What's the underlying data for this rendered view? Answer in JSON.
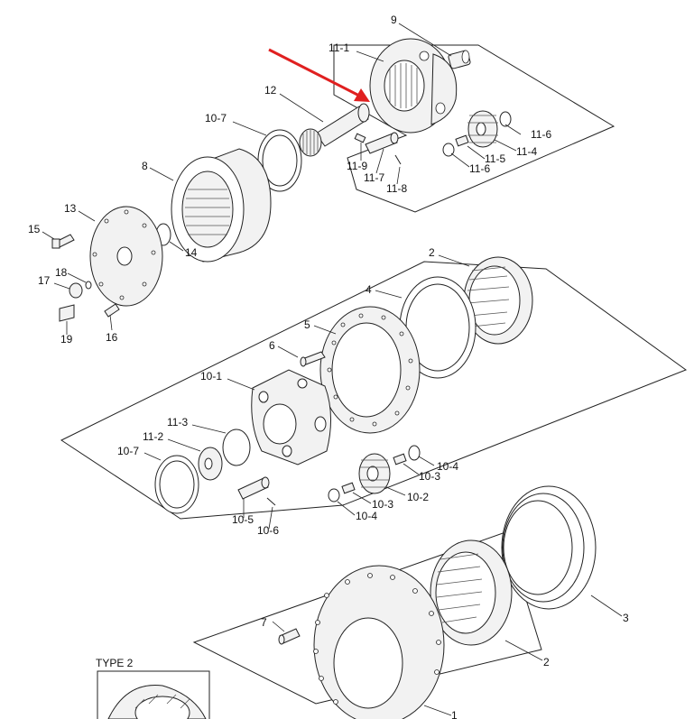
{
  "diagram": {
    "arrow_color": "#e02020",
    "type_label": "TYPE 2",
    "labels": {
      "l9": "9",
      "l11_1": "11-1",
      "l12": "12",
      "l10_7a": "10-7",
      "l8": "8",
      "l11_6a": "11-6",
      "l11_4": "11-4",
      "l11_5": "11-5",
      "l11_6b": "11-6",
      "l11_9": "11-9",
      "l11_7": "11-7",
      "l11_8": "11-8",
      "l13": "13",
      "l15": "15",
      "l14": "14",
      "l18": "18",
      "l17": "17",
      "l16": "16",
      "l19": "19",
      "l2a": "2",
      "l4": "4",
      "l5": "5",
      "l6": "6",
      "l10_1": "10-1",
      "l11_3": "11-3",
      "l11_2": "11-2",
      "l10_7b": "10-7",
      "l10_4a": "10-4",
      "l10_3a": "10-3",
      "l10_2": "10-2",
      "l10_3b": "10-3",
      "l10_4b": "10-4",
      "l10_5": "10-5",
      "l10_6": "10-6",
      "l3": "3",
      "l7": "7",
      "l2b": "2",
      "l1": "1"
    }
  }
}
